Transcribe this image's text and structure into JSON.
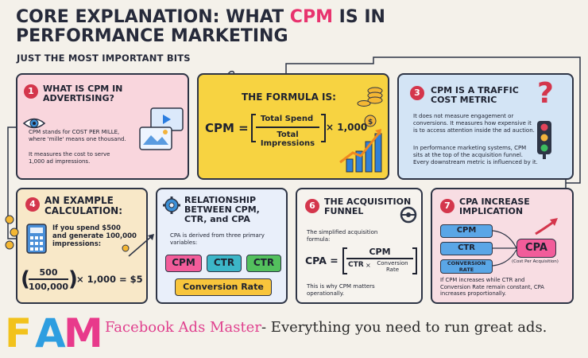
{
  "header": {
    "title_prefix": "CORE EXPLANATION: WHAT ",
    "title_highlight": "CPM",
    "title_suffix": " IS IN",
    "title_line2": "PERFORMANCE MARKETING",
    "subtitle": "JUST THE MOST IMPORTANT BITS"
  },
  "cards": {
    "c1": {
      "num": "1",
      "title_l1": "WHAT IS CPM IN",
      "title_l2": "ADVERTISING?",
      "p1_l1": "CPM stands for COST PER MILLE,",
      "p1_l2": "where 'mille' means one thousand.",
      "p2_l1": "It measures the cost to serve",
      "p2_l2": "1,000 ad impressions."
    },
    "c2": {
      "title": "THE FORMULA IS:",
      "lhs": "CPM =",
      "numerator": "Total Spend",
      "denominator": "Total Impressions",
      "multiplier": "× 1,000"
    },
    "c3": {
      "num": "3",
      "title_l1": "CPM IS A TRAFFIC",
      "title_l2": "COST METRIC",
      "p1_l1": "It does not measure engagement or",
      "p1_l2": "conversions. It measures how expensive it",
      "p1_l3": "is to access attention inside the ad auction.",
      "p2_l1": "In performance marketing systems, CPM",
      "p2_l2": "sits at the top of the acquisition funnel.",
      "p2_l3": "Every downstream metric is influenced by it."
    },
    "c4": {
      "num": "4",
      "title_l1": "AN EXAMPLE",
      "title_l2": "CALCULATION:",
      "p_l1": "If you spend $500",
      "p_l2": "and generate 100,000",
      "p_l3": "impressions:",
      "calc_num": "500",
      "calc_den": "100,000",
      "calc_rest": "× 1,000 = $5"
    },
    "c5": {
      "title_l1": "RELATIONSHIP",
      "title_l2": "BETWEEN CPM,",
      "title_l3": "CTR, and CPA",
      "p_l1": "CPA is derived from three primary",
      "p_l2": "variables:",
      "pill1": "CPM",
      "pill2": "CTR",
      "pill3": "CTR",
      "pill4": "Conversion Rate"
    },
    "c6": {
      "num": "6",
      "title_l1": "THE ACQUISITION",
      "title_l2": "FUNNEL",
      "p_l1": "The simplified acquisition",
      "p_l2": "formula:",
      "lhs": "CPA =",
      "numerator": "CPM",
      "den_a": "CTR",
      "den_x": "×",
      "den_b_l1": "Conversion",
      "den_b_l2": "Rate",
      "foot_l1": "This is why CPM matters",
      "foot_l2": "operationally."
    },
    "c7": {
      "num": "7",
      "title_l1": "CPA INCREASE",
      "title_l2": "IMPLICATION",
      "box1": "CPM",
      "box2": "CTR",
      "box3_l1": "CONVERSION",
      "box3_l2": "RATE",
      "result": "CPA",
      "result_note": "(Cost Per Acquisition)",
      "p_l1": "If CPM increases while CTR and",
      "p_l2": "Conversion Rate remain constant, CPA",
      "p_l3": "increases proportionally."
    }
  },
  "footer": {
    "logo_f": "F",
    "logo_a": "A",
    "logo_m": "M",
    "brand": "Facebook Ads Master",
    "tagline": " - Everything you need to run great ads."
  },
  "colors": {
    "accent": "#e8336e",
    "card1": "#f9d6dd",
    "card2": "#f7d341",
    "card3": "#d3e4f5",
    "pill_pink": "#f25c9a",
    "pill_teal": "#3cb6c8",
    "pill_green": "#53c05d",
    "pill_yellow": "#f8c53c"
  }
}
